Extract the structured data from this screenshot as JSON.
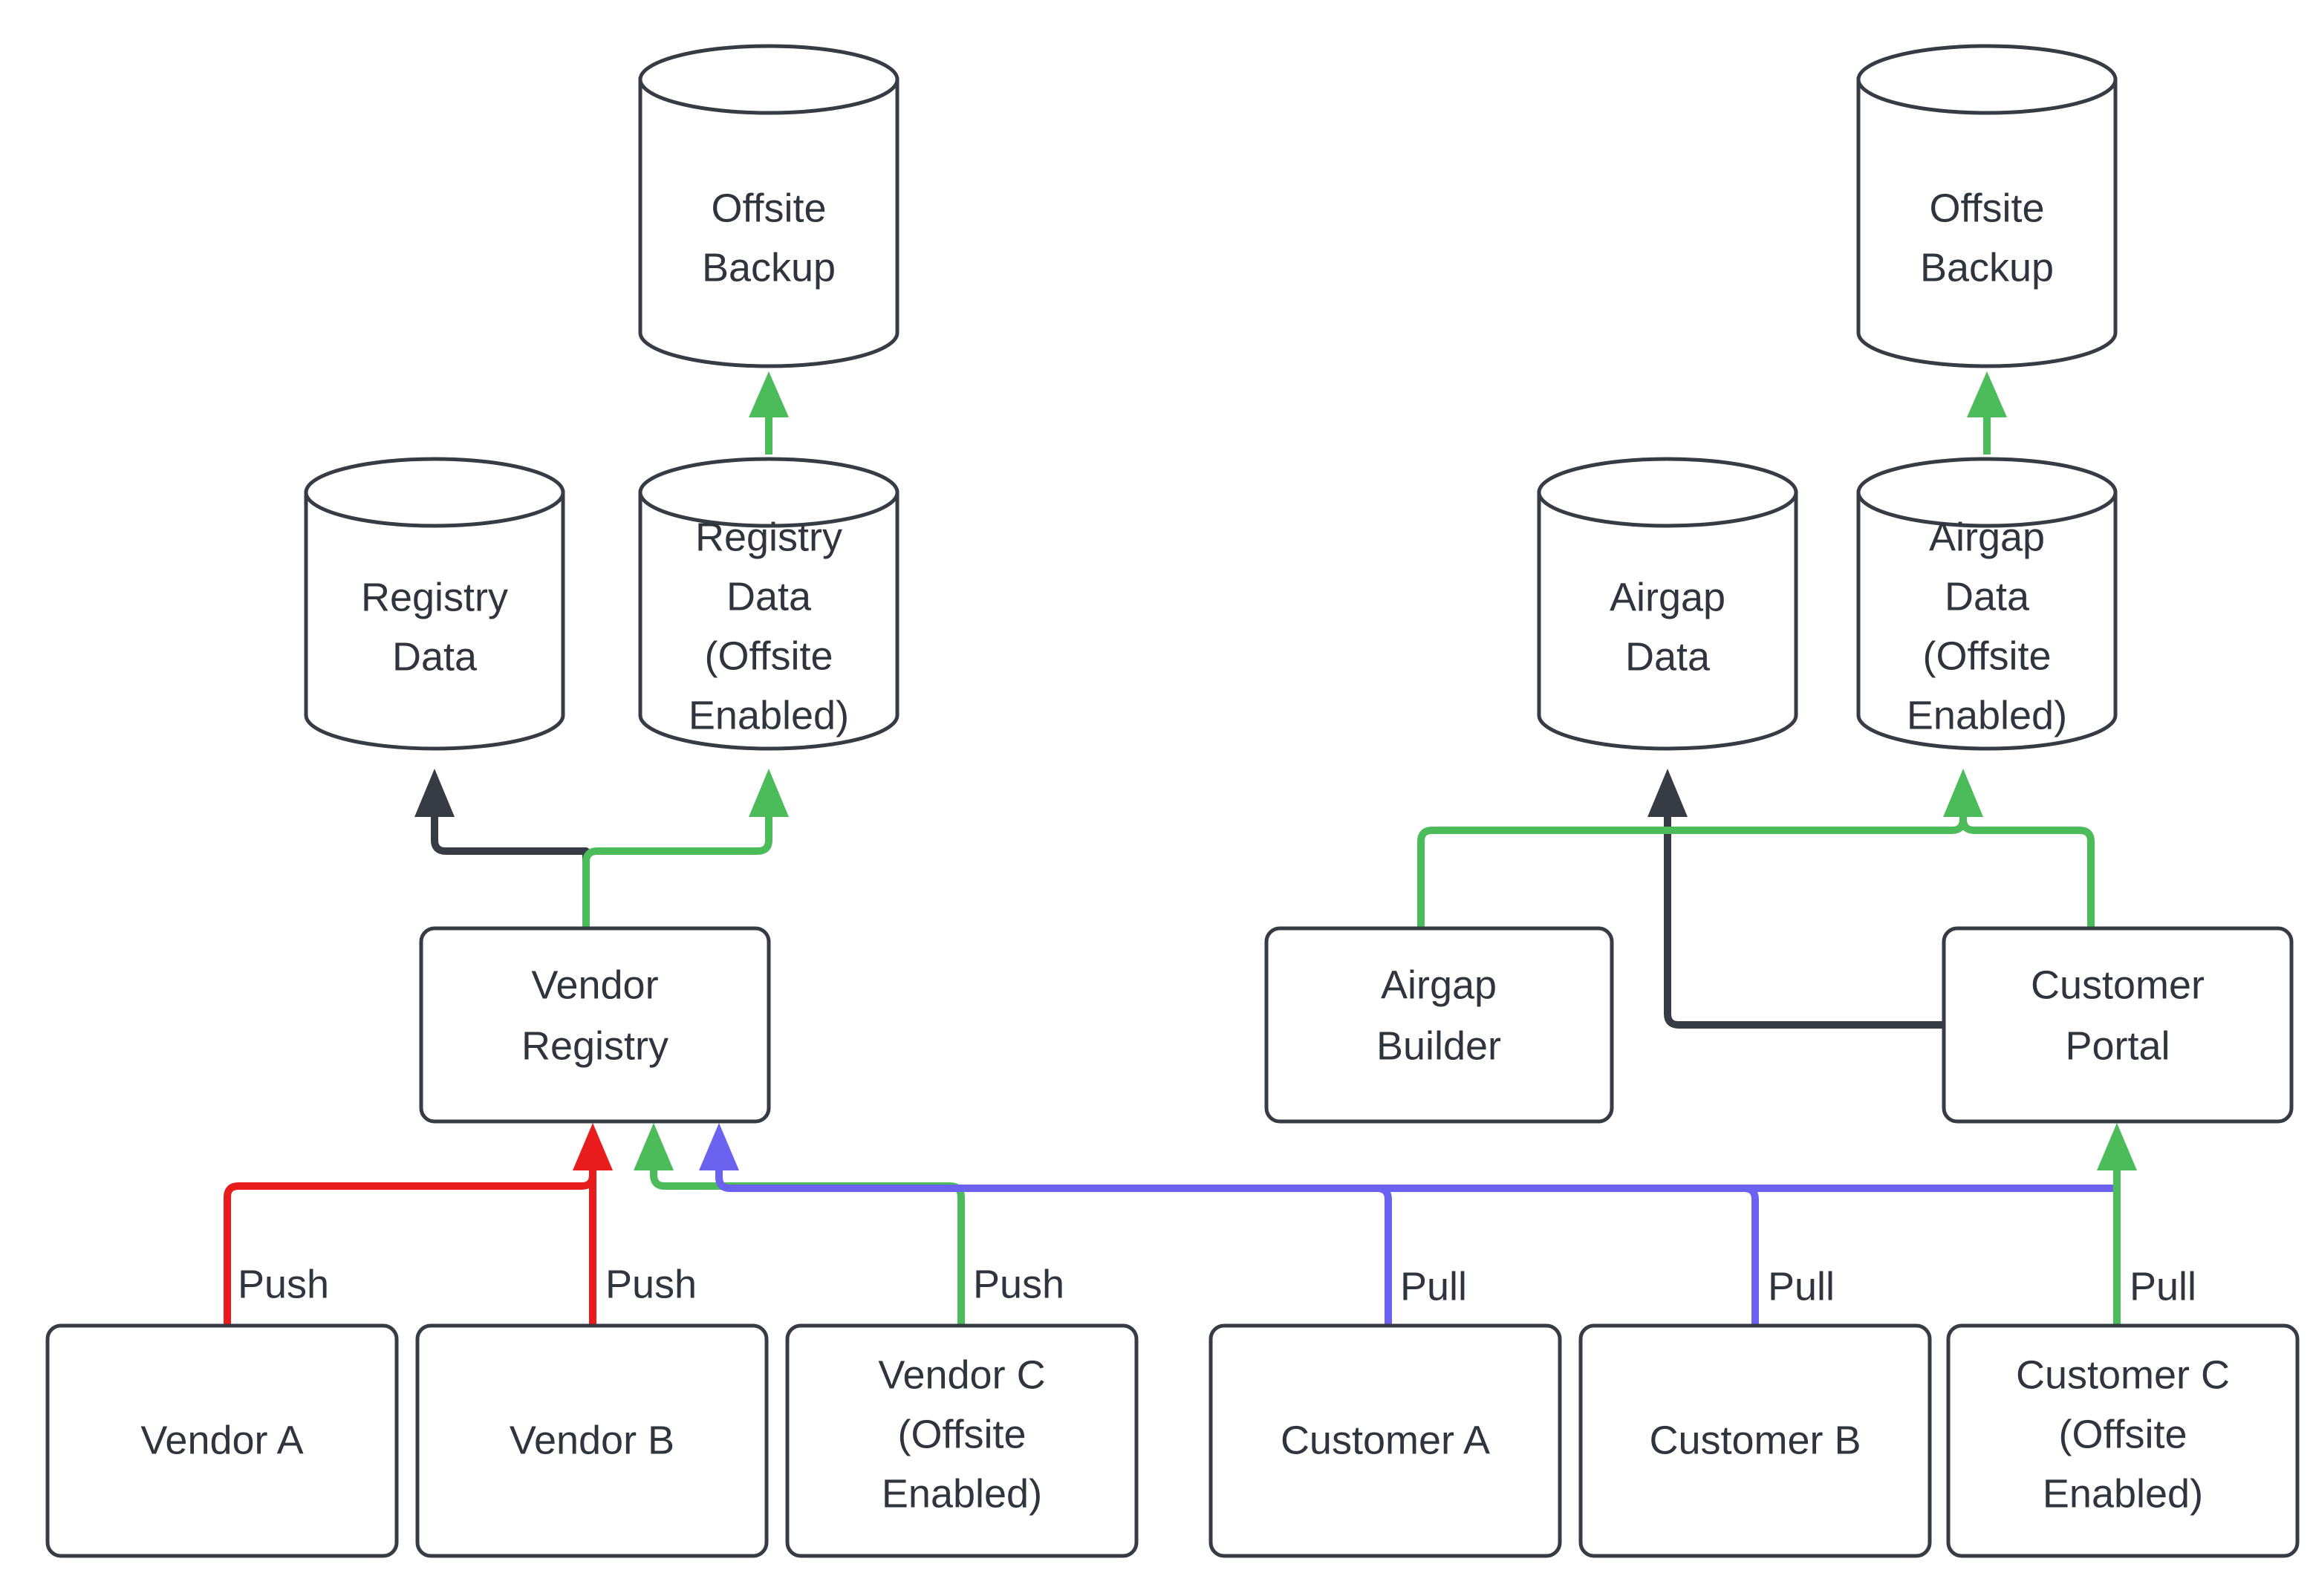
{
  "diagram": {
    "type": "flowchart",
    "title": "Vendor Registry and Customer Airgap Data Flow",
    "background_color": "#ffffff",
    "colors": {
      "node_stroke": "#373b44",
      "node_fill": "#ffffff",
      "text": "#30343c",
      "edge_dark": "#373b44",
      "edge_red": "#e81c1c",
      "edge_green": "#4cbb5a",
      "edge_blue": "#6b62f0"
    },
    "nodes": {
      "offsite_backup_left": {
        "label_line1": "Offsite",
        "label_line2": "Backup",
        "shape": "cylinder"
      },
      "offsite_backup_right": {
        "label_line1": "Offsite",
        "label_line2": "Backup",
        "shape": "cylinder"
      },
      "registry_data": {
        "label_line1": "Registry",
        "label_line2": "Data",
        "shape": "cylinder"
      },
      "registry_data_offsite": {
        "label_line1": "Registry",
        "label_line2": "Data",
        "label_line3": "(Offsite",
        "label_line4": "Enabled)",
        "shape": "cylinder"
      },
      "airgap_data": {
        "label_line1": "Airgap",
        "label_line2": "Data",
        "shape": "cylinder"
      },
      "airgap_data_offsite": {
        "label_line1": "Airgap",
        "label_line2": "Data",
        "label_line3": "(Offsite",
        "label_line4": "Enabled)",
        "shape": "cylinder"
      },
      "vendor_registry": {
        "label_line1": "Vendor",
        "label_line2": "Registry",
        "shape": "rounded-rect"
      },
      "airgap_builder": {
        "label_line1": "Airgap",
        "label_line2": "Builder",
        "shape": "rounded-rect"
      },
      "customer_portal": {
        "label_line1": "Customer",
        "label_line2": "Portal",
        "shape": "rounded-rect"
      },
      "vendor_a": {
        "label_line1": "Vendor A",
        "shape": "rounded-rect"
      },
      "vendor_b": {
        "label_line1": "Vendor B",
        "shape": "rounded-rect"
      },
      "vendor_c": {
        "label_line1": "Vendor C",
        "label_line2": "(Offsite",
        "label_line3": "Enabled)",
        "shape": "rounded-rect"
      },
      "customer_a": {
        "label_line1": "Customer A",
        "shape": "rounded-rect"
      },
      "customer_b": {
        "label_line1": "Customer B",
        "shape": "rounded-rect"
      },
      "customer_c": {
        "label_line1": "Customer C",
        "label_line2": "(Offsite",
        "label_line3": "Enabled)",
        "shape": "rounded-rect"
      }
    },
    "edge_labels": {
      "vendor_a_push": "Push",
      "vendor_b_push": "Push",
      "vendor_c_push": "Push",
      "customer_a_pull": "Pull",
      "customer_b_pull": "Pull",
      "customer_c_pull": "Pull"
    },
    "edges": [
      {
        "from": "registry_data_offsite",
        "to": "offsite_backup_left",
        "color": "#4cbb5a",
        "label": ""
      },
      {
        "from": "airgap_data_offsite",
        "to": "offsite_backup_right",
        "color": "#4cbb5a",
        "label": ""
      },
      {
        "from": "vendor_registry",
        "to": "registry_data",
        "color": "#373b44",
        "label": ""
      },
      {
        "from": "vendor_registry",
        "to": "registry_data_offsite",
        "color": "#4cbb5a",
        "label": ""
      },
      {
        "from": "customer_portal",
        "to": "airgap_data",
        "color": "#373b44",
        "label": ""
      },
      {
        "from": "airgap_builder",
        "to": "airgap_data_offsite",
        "color": "#4cbb5a",
        "label": ""
      },
      {
        "from": "customer_portal",
        "to": "airgap_data_offsite",
        "color": "#4cbb5a",
        "label": ""
      },
      {
        "from": "vendor_a",
        "to": "vendor_registry",
        "color": "#e81c1c",
        "label": "Push"
      },
      {
        "from": "vendor_b",
        "to": "vendor_registry",
        "color": "#e81c1c",
        "label": "Push"
      },
      {
        "from": "vendor_c",
        "to": "vendor_registry",
        "color": "#4cbb5a",
        "label": "Push"
      },
      {
        "from": "customer_a",
        "to": "vendor_registry",
        "color": "#6b62f0",
        "label": "Pull"
      },
      {
        "from": "customer_b",
        "to": "vendor_registry",
        "color": "#6b62f0",
        "label": "Pull"
      },
      {
        "from": "customer_c",
        "to": "customer_portal",
        "color": "#4cbb5a",
        "label": "Pull"
      }
    ]
  }
}
